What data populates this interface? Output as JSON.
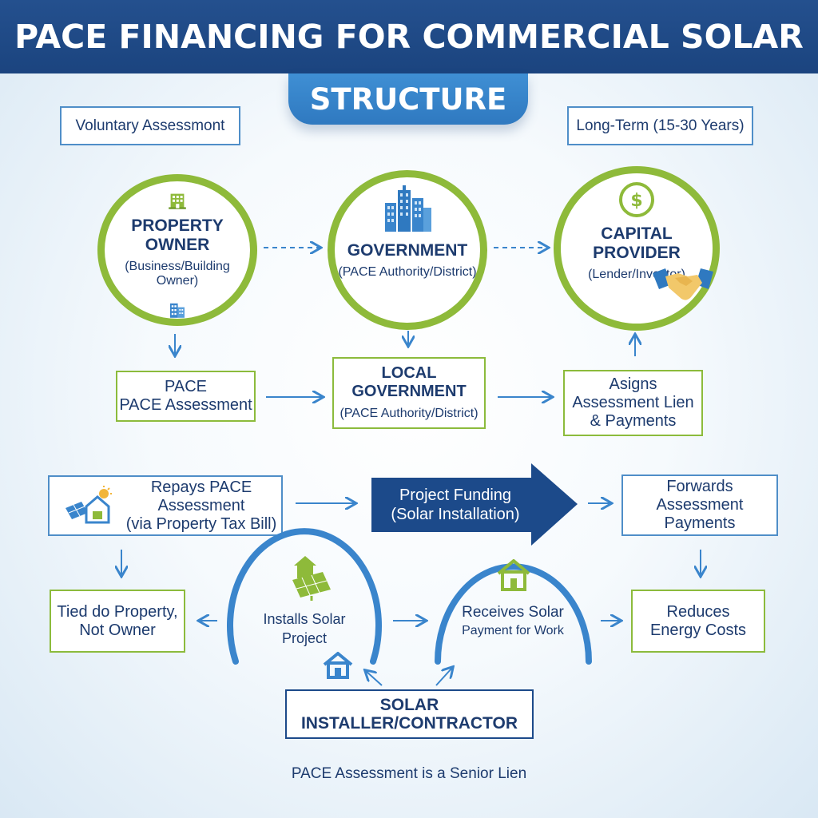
{
  "header": {
    "title": "PACE FINANCING FOR COMMERCIAL SOLAR",
    "subtitle": "STRUCTURE"
  },
  "tags": {
    "left": "Voluntary Assessmont",
    "right": "Long-Term (15-30 Years)"
  },
  "circles": {
    "owner": {
      "title": "PROPERTY OWNER",
      "sub": "(Business/Building Owner)",
      "icon": "building-icon"
    },
    "government": {
      "title": "GOVERNMENT",
      "sub": "(PACE Authority/District)",
      "icon": "skyscraper-icon"
    },
    "capital": {
      "title": "CAPITAL PROVIDER",
      "sub": "(Lender/Investor)",
      "icon": "dollar-coin-icon"
    }
  },
  "row2": {
    "pace": {
      "line1": "PACE",
      "line2": "PACE Assessment"
    },
    "local": {
      "line1": "LOCAL",
      "line2": "GOVERNMENT",
      "line3": "(PACE Authority/District)"
    },
    "assigns": {
      "line1": "Asigns",
      "line2": "Assessment Lien",
      "line3": "& Payments"
    }
  },
  "row3": {
    "repays": {
      "line1": "Repays PACE Assessment",
      "line2": "(via Property Tax Bill)"
    },
    "funding": {
      "line1": "Project Funding",
      "line2": "(Solar Installation)"
    },
    "forwards": {
      "line1": "Forwards Assessment",
      "line2": "Payments"
    }
  },
  "row4": {
    "tied": {
      "line1": "Tied do Property,",
      "line2": "Not Owner"
    },
    "installs": {
      "line1": "Installs Solar",
      "line2": "Project"
    },
    "receives": {
      "line1": "Receives Solar",
      "line2": "Payment for Work"
    },
    "reduces": {
      "line1": "Reduces",
      "line2": "Energy Costs"
    }
  },
  "installer": "SOLAR INSTALLER/CONTRACTOR",
  "footer": "PACE Assessment is a Senior Lien",
  "colors": {
    "navy": "#1b447f",
    "blue": "#3a85cc",
    "green": "#8eba3a",
    "text": "#1d3b6e"
  }
}
